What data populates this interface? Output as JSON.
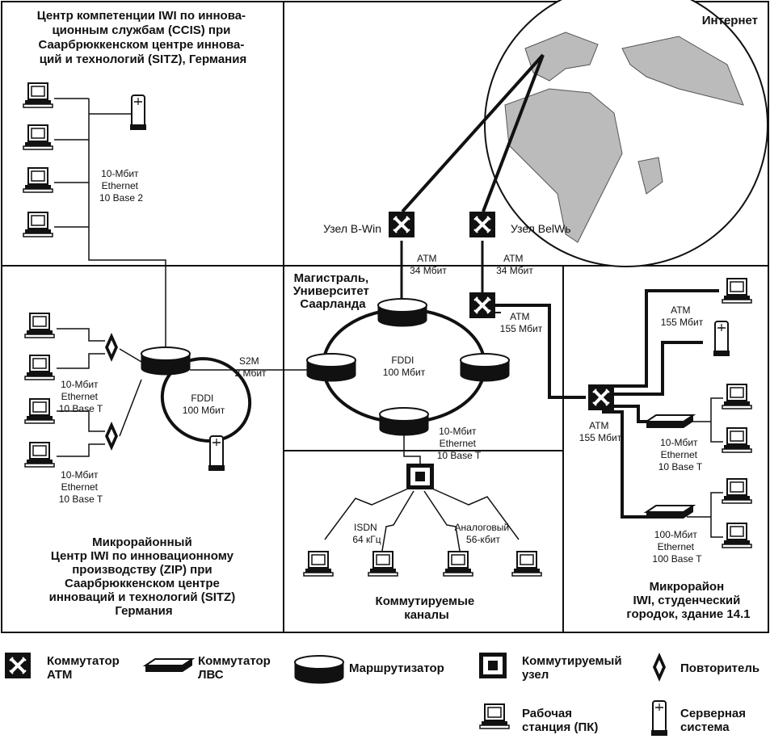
{
  "regions": {
    "ccis": [
      "Центр компетенции IWI по иннова-",
      "ционным службам (CCIS) при",
      "Саарбрюккенском центре иннова-",
      "ций и технологий (SITZ), Германия"
    ],
    "internet": "Интернет",
    "backbone": [
      "Магистраль,",
      "Университет",
      "Саарланда"
    ],
    "zip": [
      "Микрорайонный",
      "Центр IWI по инновационному",
      "производству (ZIP) при",
      "Саарбрюккенском центре",
      "инноваций и технологий (SITZ)",
      "Германия"
    ],
    "dialup": [
      "Коммутируемые",
      "каналы"
    ],
    "campus": [
      "Микрорайон",
      "IWI, студенческий",
      "городок, здание 14.1"
    ]
  },
  "labels": {
    "eth10b2": [
      "10-Мбит",
      "Ethernet",
      "10 Base 2"
    ],
    "eth10t_1": [
      "10-Мбит",
      "Ethernet",
      "10 Base T"
    ],
    "eth10t_2": [
      "10-Мбит",
      "Ethernet",
      "10 Base T"
    ],
    "fddi_small": [
      "FDDI",
      "100 Мбит"
    ],
    "s2m": [
      "S2M",
      "2 Мбит"
    ],
    "fddi_main": [
      "FDDI",
      "100 Мбит"
    ],
    "node_bwin": "Узел B-Win",
    "node_belwue": "Узел BelWь",
    "atm34_a": [
      "ATM",
      "34 Мбит"
    ],
    "atm34_b": [
      "ATM",
      "34 Мбит"
    ],
    "atm155_backbone": [
      "ATM",
      "155 Мбит"
    ],
    "eth10t_backbone": [
      "10-Мбит",
      "Ethernet",
      "10 Base T"
    ],
    "isdn": [
      "ISDN",
      "64 кГц"
    ],
    "analog": [
      "Аналоговый",
      "56-кбит"
    ],
    "atm155_campus_top": [
      "ATM",
      "155 Мбит"
    ],
    "atm155_campus_sw": [
      "ATM",
      "155 Мбит"
    ],
    "eth10t_campus": [
      "10-Мбит",
      "Ethernet",
      "10 Base T"
    ],
    "eth100t_campus": [
      "100-Мбит",
      "Ethernet",
      "100 Base T"
    ]
  },
  "legend": {
    "atm_switch": [
      "Коммутатор",
      "ATM"
    ],
    "lan_switch": [
      "Коммутатор",
      "ЛВС"
    ],
    "router": "Маршрутизатор",
    "dialup_node": [
      "Коммутируемый",
      "узел"
    ],
    "repeater": "Повторитель",
    "workstation": [
      "Рабочая",
      "станция (ПК)"
    ],
    "server": [
      "Серверная",
      "система"
    ]
  }
}
